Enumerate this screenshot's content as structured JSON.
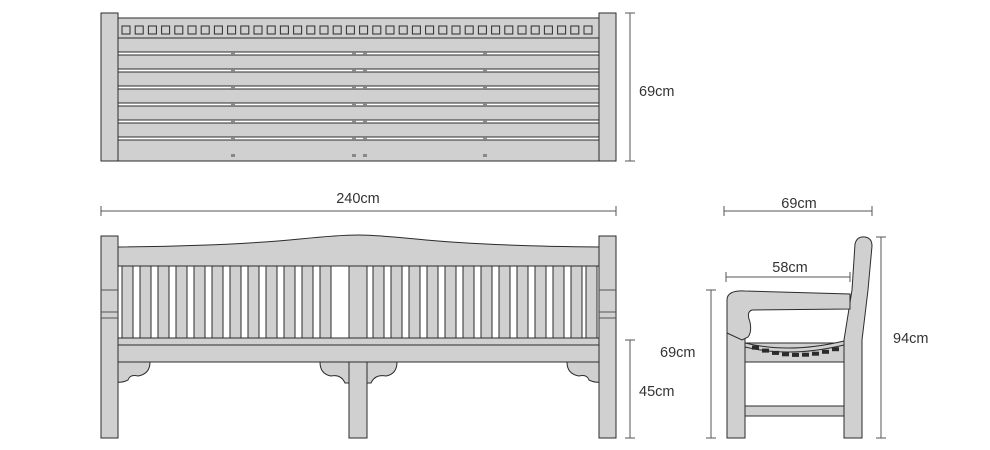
{
  "dimensions": {
    "top_depth": "69cm",
    "front_width": "240cm",
    "front_seat_height": "45cm",
    "side_depth": "69cm",
    "side_seat_depth": "58cm",
    "side_arm_height": "69cm",
    "side_total_height": "94cm"
  },
  "colors": {
    "wood": "#d0d0d0",
    "outline": "#2b2b2b",
    "dimension_line": "#555555"
  }
}
